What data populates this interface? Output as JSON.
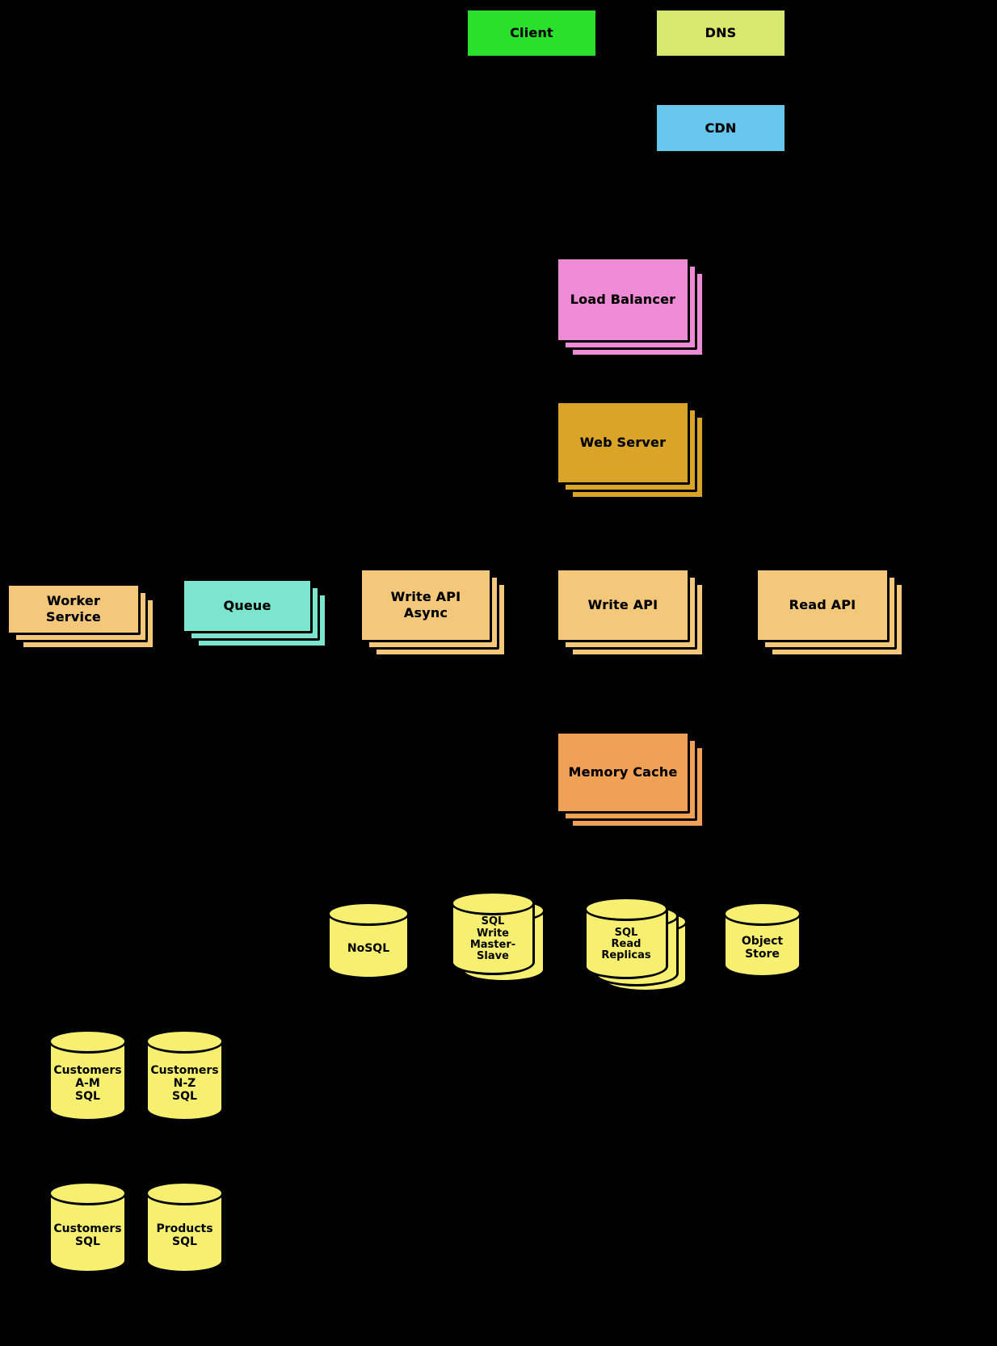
{
  "diagram": {
    "background": "#000000",
    "nodes": {
      "client": {
        "label": "Client",
        "color": "#2ae02a"
      },
      "dns": {
        "label": "DNS",
        "color": "#d8e86e"
      },
      "cdn": {
        "label": "CDN",
        "color": "#66c6ec"
      },
      "load_balancer": {
        "label": "Load Balancer",
        "color": "#ef8ad6"
      },
      "web_server": {
        "label": "Web Server",
        "color": "#d9a428"
      },
      "worker_service": {
        "label": "Worker\nService",
        "color": "#f4c87a"
      },
      "queue": {
        "label": "Queue",
        "color": "#7ce5ce"
      },
      "write_api_async": {
        "label": "Write API\nAsync",
        "color": "#f4c87a"
      },
      "write_api": {
        "label": "Write API",
        "color": "#f4c87a"
      },
      "read_api": {
        "label": "Read API",
        "color": "#f4c87a"
      },
      "memory_cache": {
        "label": "Memory Cache",
        "color": "#f0a155"
      },
      "nosql": {
        "label": "NoSQL",
        "color": "#f6ef70"
      },
      "sql_write_master_slave": {
        "label": "SQL\nWrite\nMaster-\nSlave",
        "color": "#f6ef70"
      },
      "sql_read_replicas": {
        "label": "SQL\nRead\nReplicas",
        "color": "#f6ef70"
      },
      "object_store": {
        "label": "Object\nStore",
        "color": "#f6ef70"
      },
      "customers_am_sql": {
        "label": "Customers\nA-M\nSQL",
        "color": "#f6ef70"
      },
      "customers_nz_sql": {
        "label": "Customers\nN-Z\nSQL",
        "color": "#f6ef70"
      },
      "customers_sql": {
        "label": "Customers\nSQL",
        "color": "#f6ef70"
      },
      "products_sql": {
        "label": "Products\nSQL",
        "color": "#f6ef70"
      }
    }
  }
}
